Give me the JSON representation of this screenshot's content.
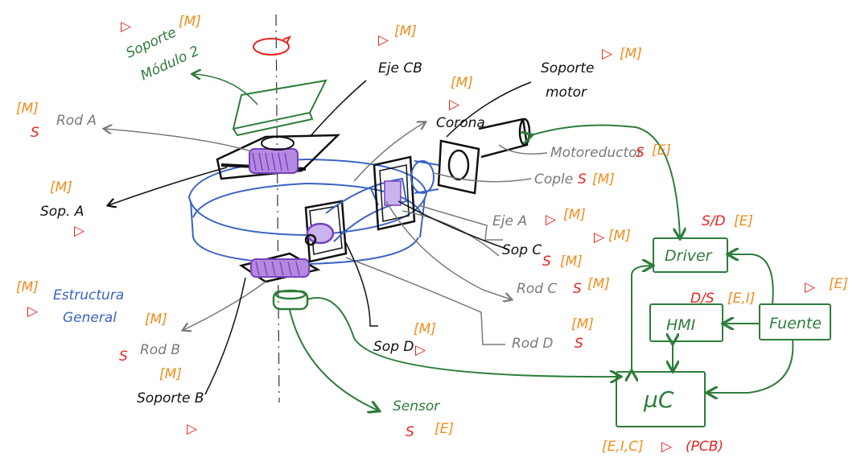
{
  "labels": {
    "soporte_modulo_2": {
      "tag": "[M]",
      "line1": "Soporte",
      "line2": "Módulo 2"
    },
    "eje_cb": {
      "tag": "[M]",
      "text": "Eje CB"
    },
    "soporte_motor": {
      "tag": "[M]",
      "line1": "Soporte",
      "line2": "motor"
    },
    "rod_a": {
      "tag": "[M]",
      "s": "S",
      "text": "Rod A"
    },
    "corona": {
      "tag": "[M]",
      "text": "Corona"
    },
    "motorreductor": {
      "text": "Motoreductor",
      "s": "S",
      "tag": "[E]"
    },
    "cople": {
      "text": "Cople",
      "s": "S",
      "tag": "[M]"
    },
    "sop_a": {
      "tag": "[M]",
      "text": "Sop. A"
    },
    "eje_a": {
      "text": "Eje A",
      "tag": "[M]"
    },
    "sop_c": {
      "text": "Sop C",
      "tag": "[M]"
    },
    "s_m": {
      "text": "S",
      "tag": "[M]"
    },
    "rod_c": {
      "text": "Rod C",
      "s": "S",
      "tag": "[M]"
    },
    "estructura_general": {
      "tag": "[M]",
      "line1": "Estructura",
      "line2": "General"
    },
    "rod_b": {
      "tag": "[M]",
      "s": "S",
      "text": "Rod B"
    },
    "sop_d": {
      "tag": "[M]",
      "text": "Sop D"
    },
    "rod_d": {
      "tag": "[M]",
      "text": "Rod D",
      "s": "S"
    },
    "soporte_b": {
      "tag": "[M]",
      "text": "Soporte B"
    },
    "sensor": {
      "text": "Sensor",
      "s": "S",
      "tag": "[E]"
    },
    "driver_tag": {
      "sd": "S/D",
      "tag": "[E]"
    },
    "hmi_tag": {
      "ds": "D/S",
      "tag": "[E,I]"
    },
    "fuente_tag": {
      "tag": "[E]"
    },
    "uc_tag": {
      "tag": "[E,I,C]",
      "pcb": "(PCB)"
    }
  },
  "blocks": {
    "driver": "Driver",
    "hmi": "HMI",
    "fuente": "Fuente",
    "uc": "µC"
  },
  "colors": {
    "ink": "#111111",
    "gray": "#7a7a7a",
    "orange": "#f28c1c",
    "red": "#e8231c",
    "green": "#2e7d3b",
    "blue": "#3a63c4",
    "purple": "#9b59d0"
  }
}
